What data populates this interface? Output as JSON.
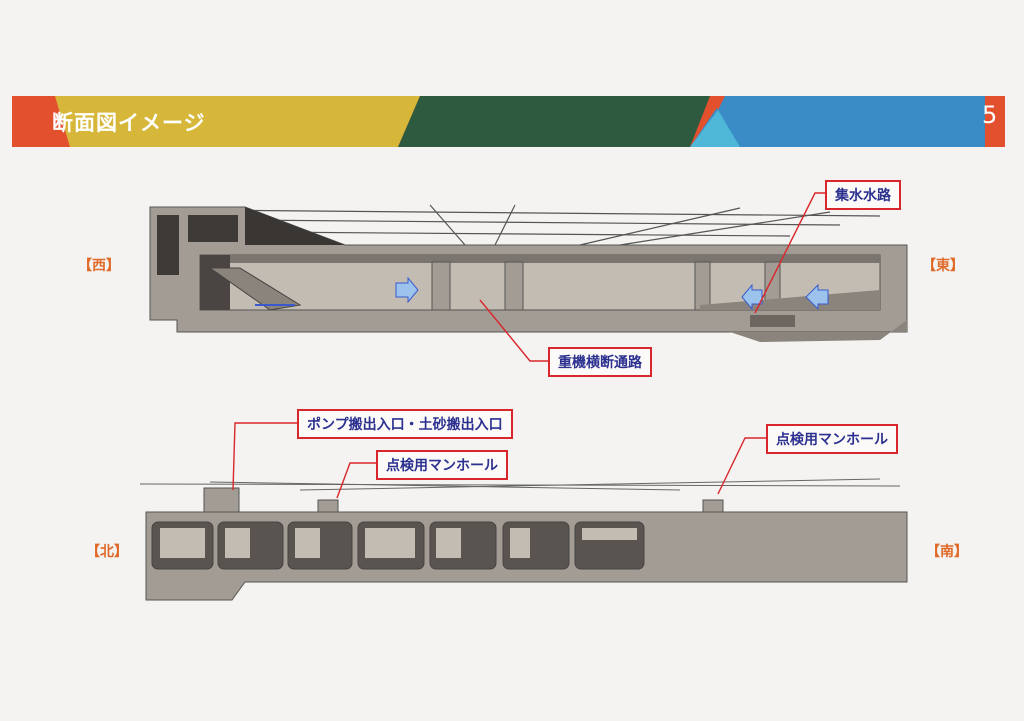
{
  "header": {
    "title": "断面図イメージ",
    "page_number": "5",
    "colors": {
      "red": "#e3502e",
      "yellow": "#d6b73a",
      "green": "#2e5a3f",
      "blue": "#3a8cc6",
      "cyan": "#4fb8d8"
    }
  },
  "upper_section": {
    "direction_left": "【西】",
    "direction_right": "【東】",
    "callouts": {
      "drain": "集水水路",
      "crossing": "重機横断通路"
    }
  },
  "lower_section": {
    "direction_left": "【北】",
    "direction_right": "【南】",
    "callouts": {
      "pump_entrance": "ポンプ搬出入口・土砂搬出入口",
      "manhole_left": "点検用マンホール",
      "manhole_right": "点検用マンホール"
    }
  }
}
